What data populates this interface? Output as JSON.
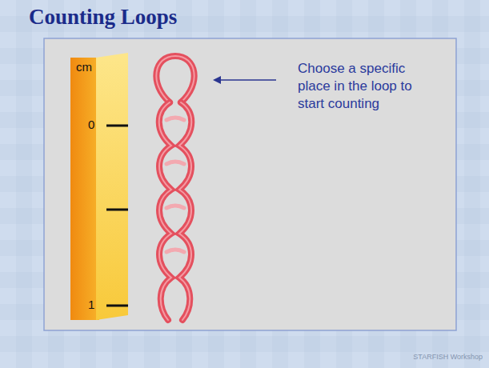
{
  "diagram": {
    "title": "Counting Loops",
    "labels": [
      "cm",
      "0",
      "1",
      "Choose a specific place in the loop to start counting",
      "STARFISH Workshop"
    ]
  }
}
